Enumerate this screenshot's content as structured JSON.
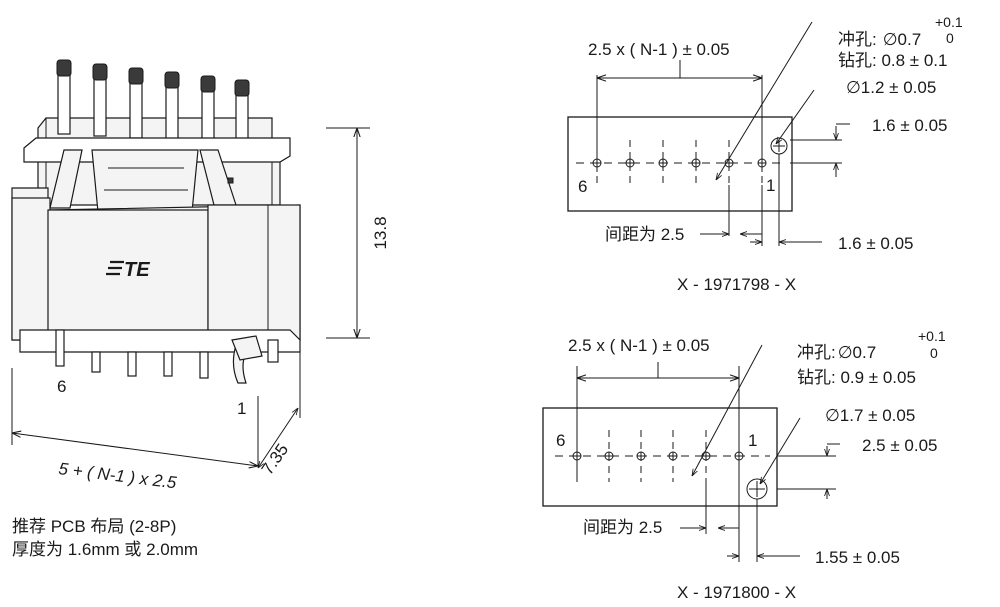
{
  "connector": {
    "brand": "TE",
    "pin_left_label": "6",
    "pin_right_label": "1",
    "height_dim": "13.8",
    "depth_dim": "7.35",
    "width_formula": "5 + ( N-1 ) x 2.5"
  },
  "recommendation": {
    "line1": "推荐 PCB 布局 (2-8P)",
    "line2": "厚度为 1.6mm 或 2.0mm"
  },
  "layout_top": {
    "pitch_formula": "2.5 x ( N-1 ) ± 0.05",
    "punch_prefix": "冲孔:",
    "punch_value": "∅0.7",
    "tol_plus": "+0.1",
    "tol_minus": "0",
    "drill_label": "钻孔:  0.8 ± 0.1",
    "hole_dia": "∅1.2 ± 0.05",
    "offset_y": "1.6 ± 0.05",
    "spacing_label": "间距为 2.5",
    "offset_x": "1.6 ± 0.05",
    "pin_left": "6",
    "pin_right": "1",
    "part_number": "X - 1971798 - X"
  },
  "layout_bottom": {
    "pitch_formula": "2.5 x ( N-1 ) ± 0.05",
    "punch_prefix": "冲孔:",
    "punch_value": "∅0.7",
    "tol_plus": "+0.1",
    "tol_minus": "0",
    "drill_label": "钻孔:  0.9 ± 0.05",
    "hole_dia": "∅1.7 ± 0.05",
    "offset_y": "2.5 ± 0.05",
    "spacing_label": "间距为 2.5",
    "offset_x": "1.55 ± 0.05",
    "pin_left": "6",
    "pin_right": "1",
    "part_number": "X - 1971800 - X"
  }
}
